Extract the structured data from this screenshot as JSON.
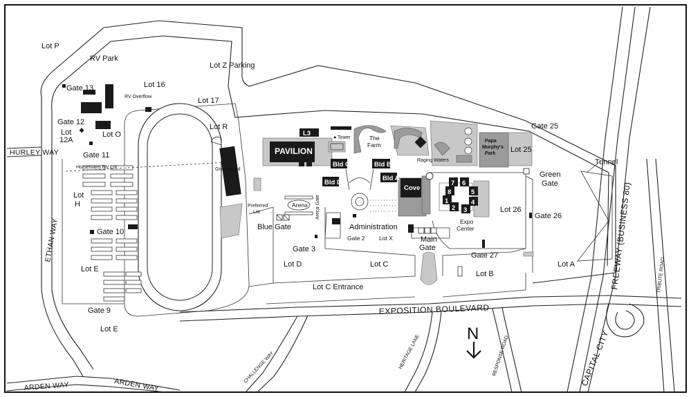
{
  "labels": {
    "lot_p": "Lot P",
    "rv_park": "RV Park",
    "lot_16": "Lot 16",
    "lot_z": "Lot Z Parking",
    "rv_overflow": "RV Overflow",
    "lot_17": "Lot 17",
    "gate_13": "Gate 13",
    "gate_12": "Gate 12",
    "lot_12a_line1": "Lot",
    "lot_12a_line2": "12A",
    "lot_o": "Lot O",
    "gate_11": "Gate 11",
    "hurley_way": "HURLEY WAY",
    "horsemans_rv_lot": "Horsemans RV Lot",
    "lot_h_line1": "Lot",
    "lot_h_line2": "H",
    "gate_10": "Gate 10",
    "ethan_way": "ETHAN WAY",
    "lot_e_west": "Lot E",
    "gate_9": "Gate 9",
    "lot_e_south": "Lot E",
    "arden_way_1": "ARDEN WAY",
    "arden_way_2": "ARDEN WAY",
    "lot_r": "Lot R",
    "grandstand": "Grandstand",
    "l3": "L3",
    "pavilion": "PAVILION",
    "tower": "Tower",
    "the_farm_line1": "The",
    "the_farm_line2": "Farm",
    "bld_c": "Bld C",
    "bld_b": "Bld B",
    "bld_d": "Bld D",
    "bld_a": "Bld A",
    "cove": "Cove",
    "raging_waters": "Raging Waters",
    "papa_murphys_line1": "Papa",
    "papa_murphys_line2": "Murphy's",
    "papa_murphys_line3": "Park",
    "lot_25": "Lot 25",
    "gate_25": "Gate 25",
    "tunnel": "Tunnel",
    "green_gate_line1": "Green",
    "green_gate_line2": "Gate",
    "lot_26": "Lot 26",
    "gate_26": "Gate 26",
    "expo_line1": "Expo",
    "expo_line2": "Center",
    "gate_27": "Gate 27",
    "arena": "Arena",
    "arena_gate": "Arena Gate",
    "preferred_lot_line1": "Preferred",
    "preferred_lot_line2": "Lot",
    "blue_gate": "Blue Gate",
    "administration": "Administration",
    "gate_2": "Gate 2",
    "lot_x": "Lot X",
    "main_gate_line1": "Main",
    "main_gate_line2": "Gate",
    "gate_3": "Gate 3",
    "lot_d": "Lot D",
    "lot_c": "Lot C",
    "lot_b": "Lot B",
    "lot_a": "Lot A",
    "lot_c_entrance": "Lot C Entrance",
    "exposition_blvd": "EXPOSITION BOULEVARD",
    "freeway": "FREEWAY (BUSINESS 80)",
    "tribute_road": "TRIBUTE ROAD",
    "capital_city": "CAPITAL CITY",
    "challenge_way": "CHALLENGE WAY",
    "heritage_lane": "HERITAGE LANE",
    "response_road": "RESPONSE ROAD",
    "north": "N"
  },
  "expo_buildings": [
    "1",
    "2",
    "3",
    "4",
    "5",
    "6",
    "7",
    "8"
  ],
  "colors": {
    "building": "#1a1a1a",
    "gray_area": "#9b9b9b",
    "light_gray_area": "#c8c8c8",
    "background": "#ffffff"
  }
}
